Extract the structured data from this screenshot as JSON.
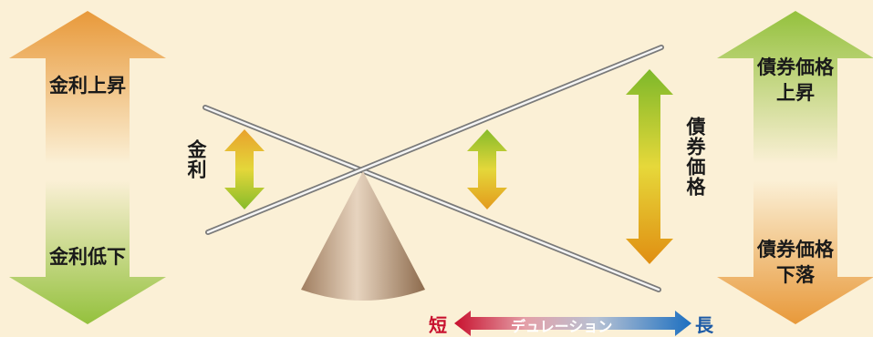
{
  "left_panel": {
    "top_label": "金利上昇",
    "bottom_label": "金利低下"
  },
  "right_panel": {
    "top_label_line1": "債券価格",
    "top_label_line2": "上昇",
    "bottom_label_line1": "債券価格",
    "bottom_label_line2": "下落"
  },
  "center": {
    "interest_label": "金利",
    "price_label": "債券価格"
  },
  "duration_bar": {
    "short_label": "短",
    "label": "デュレーション",
    "long_label": "長"
  },
  "colors": {
    "background": "#fbf0d6",
    "rise_orange": "#e8993a",
    "fall_green": "#94c13d",
    "short_red": "#c8102e",
    "long_blue": "#1c5aa6"
  }
}
